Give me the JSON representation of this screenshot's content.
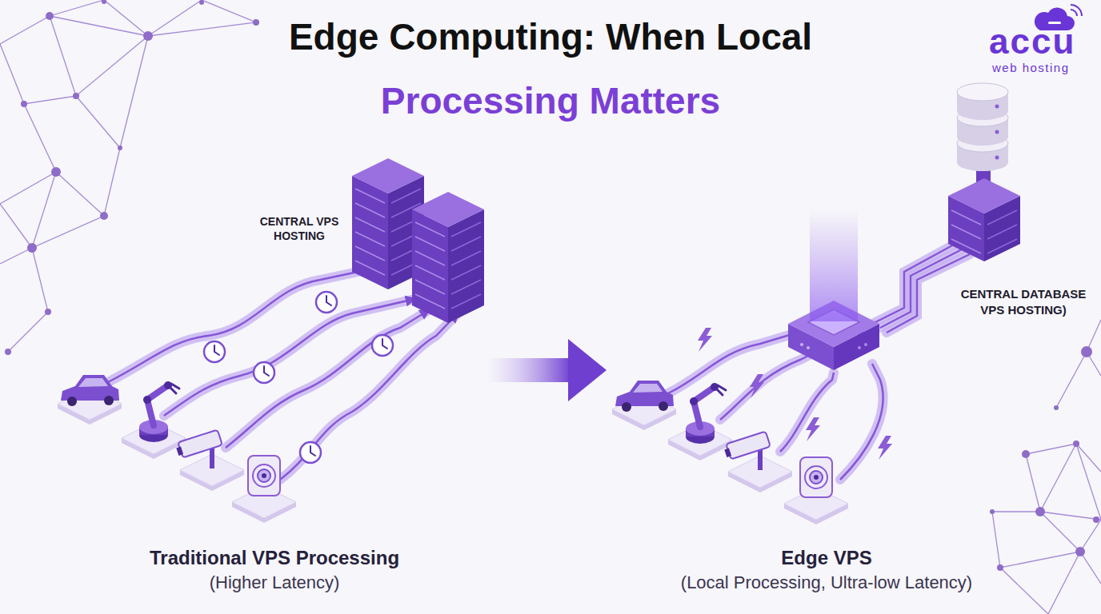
{
  "diagram": {
    "title": "Edge Computing: When Local Processing Matters",
    "nodes": [
      {
        "text": [
          "CENTRAL VPS HOSTING"
        ]
      },
      {
        "text": [
          "CENTRAL DATABASE VPS HOSTING)"
        ]
      }
    ],
    "labels": [
      "accu",
      "web hosting",
      "Traditional VPS Processing",
      "(Higher Latency)",
      "Edge VPS",
      "(Local Processing, Ultra-low Latency)"
    ]
  }
}
